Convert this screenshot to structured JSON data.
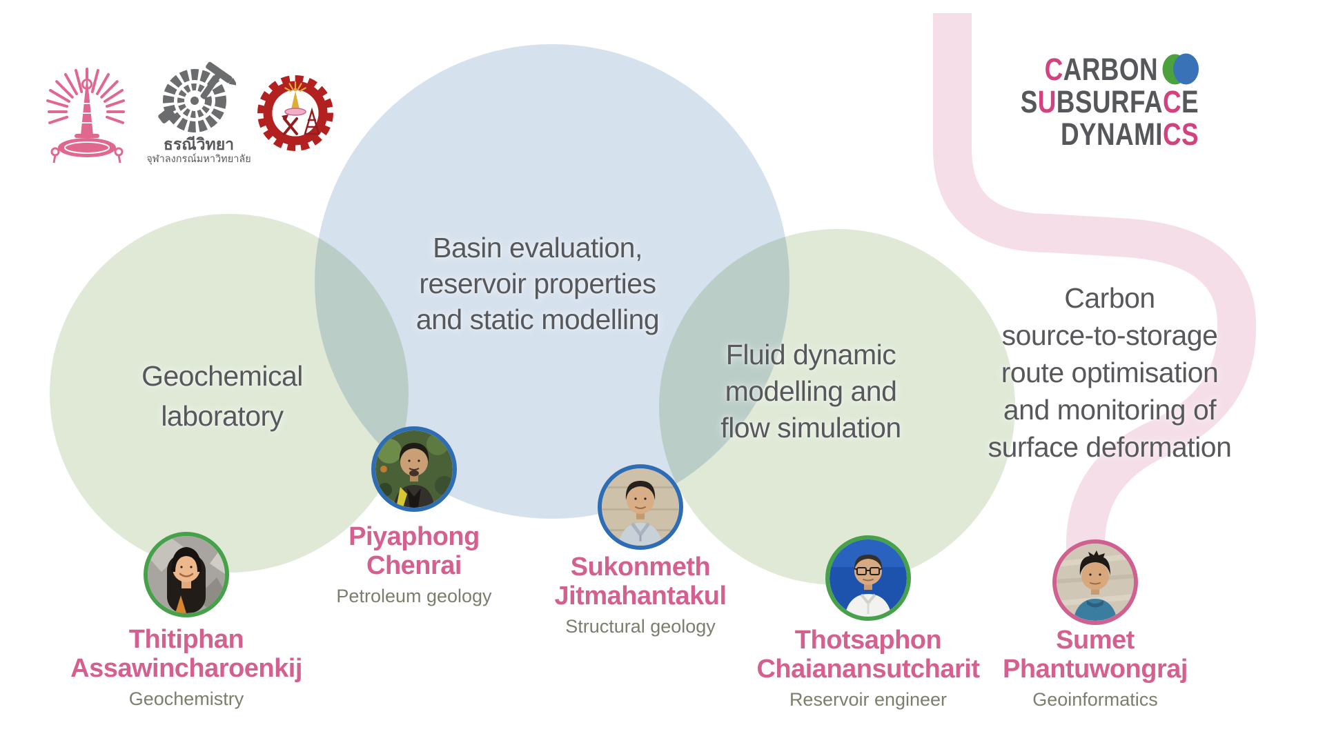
{
  "colors": {
    "pink_name": "#d4608f",
    "text_gray": "#57585b",
    "olive": "#7a7f6c",
    "green_fill": "#dfe9d6",
    "blue_fill": "#d5e1ed",
    "ribbon_pink": "#f5dee8",
    "brand_pink": "#d3417f",
    "brand_gray": "#56575a",
    "brand_green": "#4ba13c",
    "brand_blue": "#3a72b8",
    "uni_pink": "#e0678e",
    "dept_gray": "#6b6c6e",
    "gear_red": "#b2211f"
  },
  "logos": {
    "department_title_thai": "ธรณีวิทยา",
    "department_subtitle_thai": "จุฬาลงกรณ์มหาวิทยาลัย"
  },
  "brand": {
    "line1": [
      "C",
      "ARBON"
    ],
    "line2": [
      "S",
      "U",
      "BSURFA",
      "C",
      "E"
    ],
    "line3": [
      "DYNAMI",
      "CS"
    ]
  },
  "venn": {
    "left": {
      "lines": [
        "Geochemical",
        "laboratory"
      ]
    },
    "center": {
      "lines": [
        "Basin evaluation,",
        "reservoir properties",
        "and static modelling"
      ]
    },
    "right": {
      "lines": [
        "Fluid dynamic",
        "modelling and",
        "flow simulation"
      ]
    }
  },
  "ribbon": {
    "lines": [
      "Carbon",
      "source-to-storage",
      "route optimisation",
      "and monitoring of",
      "surface deformation"
    ]
  },
  "people": [
    {
      "name1": "Thitiphan",
      "name2": "Assawincharoenkij",
      "role": "Geochemistry",
      "border": "#47a14b"
    },
    {
      "name1": "Piyaphong",
      "name2": "Chenrai",
      "role": "Petroleum geology",
      "border": "#2e6cb4"
    },
    {
      "name1": "Sukonmeth",
      "name2": "Jitmahantakul",
      "role": "Structural geology",
      "border": "#2e6cb4"
    },
    {
      "name1": "Thotsaphon",
      "name2": "Chaianansutcharit",
      "role": "Reservoir engineer",
      "border": "#47a14b"
    },
    {
      "name1": "Sumet",
      "name2": "Phantuwongraj",
      "role": "Geoinformatics",
      "border": "#cf6190"
    }
  ]
}
